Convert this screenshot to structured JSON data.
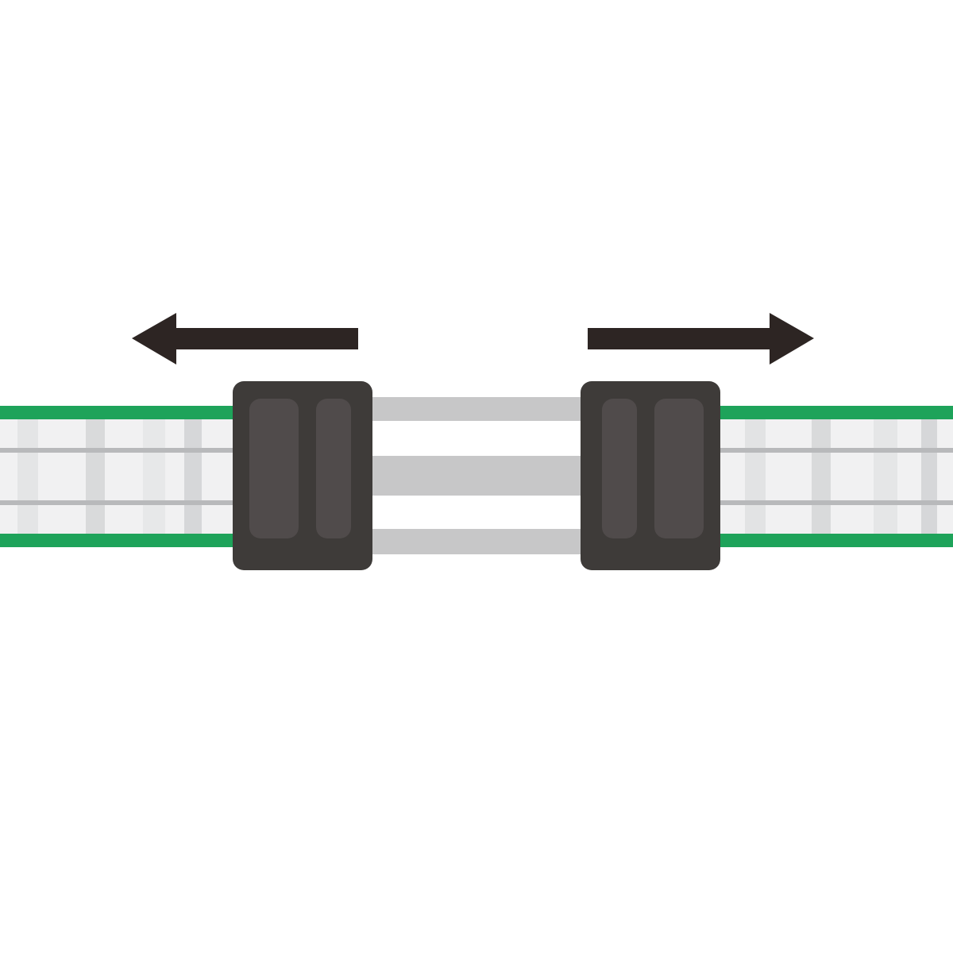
{
  "diagram": {
    "description_label": "",
    "colors": {
      "background": "#ffffff",
      "tape_base": "#f1f1f2",
      "tape_stripe_light": "#e2e3e4",
      "tape_stripe_mid": "#d3d4d6",
      "tape_line": "#b5b6b8",
      "tape_edge": "#1ea35a",
      "tape_edge_dark": "#168a4a",
      "clamp_body": "#3e3b39",
      "clamp_inset": "#504b4b",
      "wire": "#c7c7c8",
      "arrow": "#2d2523"
    },
    "elements": {
      "left_tape": "tape",
      "right_tape": "tape",
      "left_connector": "connector",
      "right_connector": "connector",
      "wires": "wires",
      "left_arrow": "arrow-left-icon",
      "right_arrow": "arrow-right-icon"
    }
  }
}
